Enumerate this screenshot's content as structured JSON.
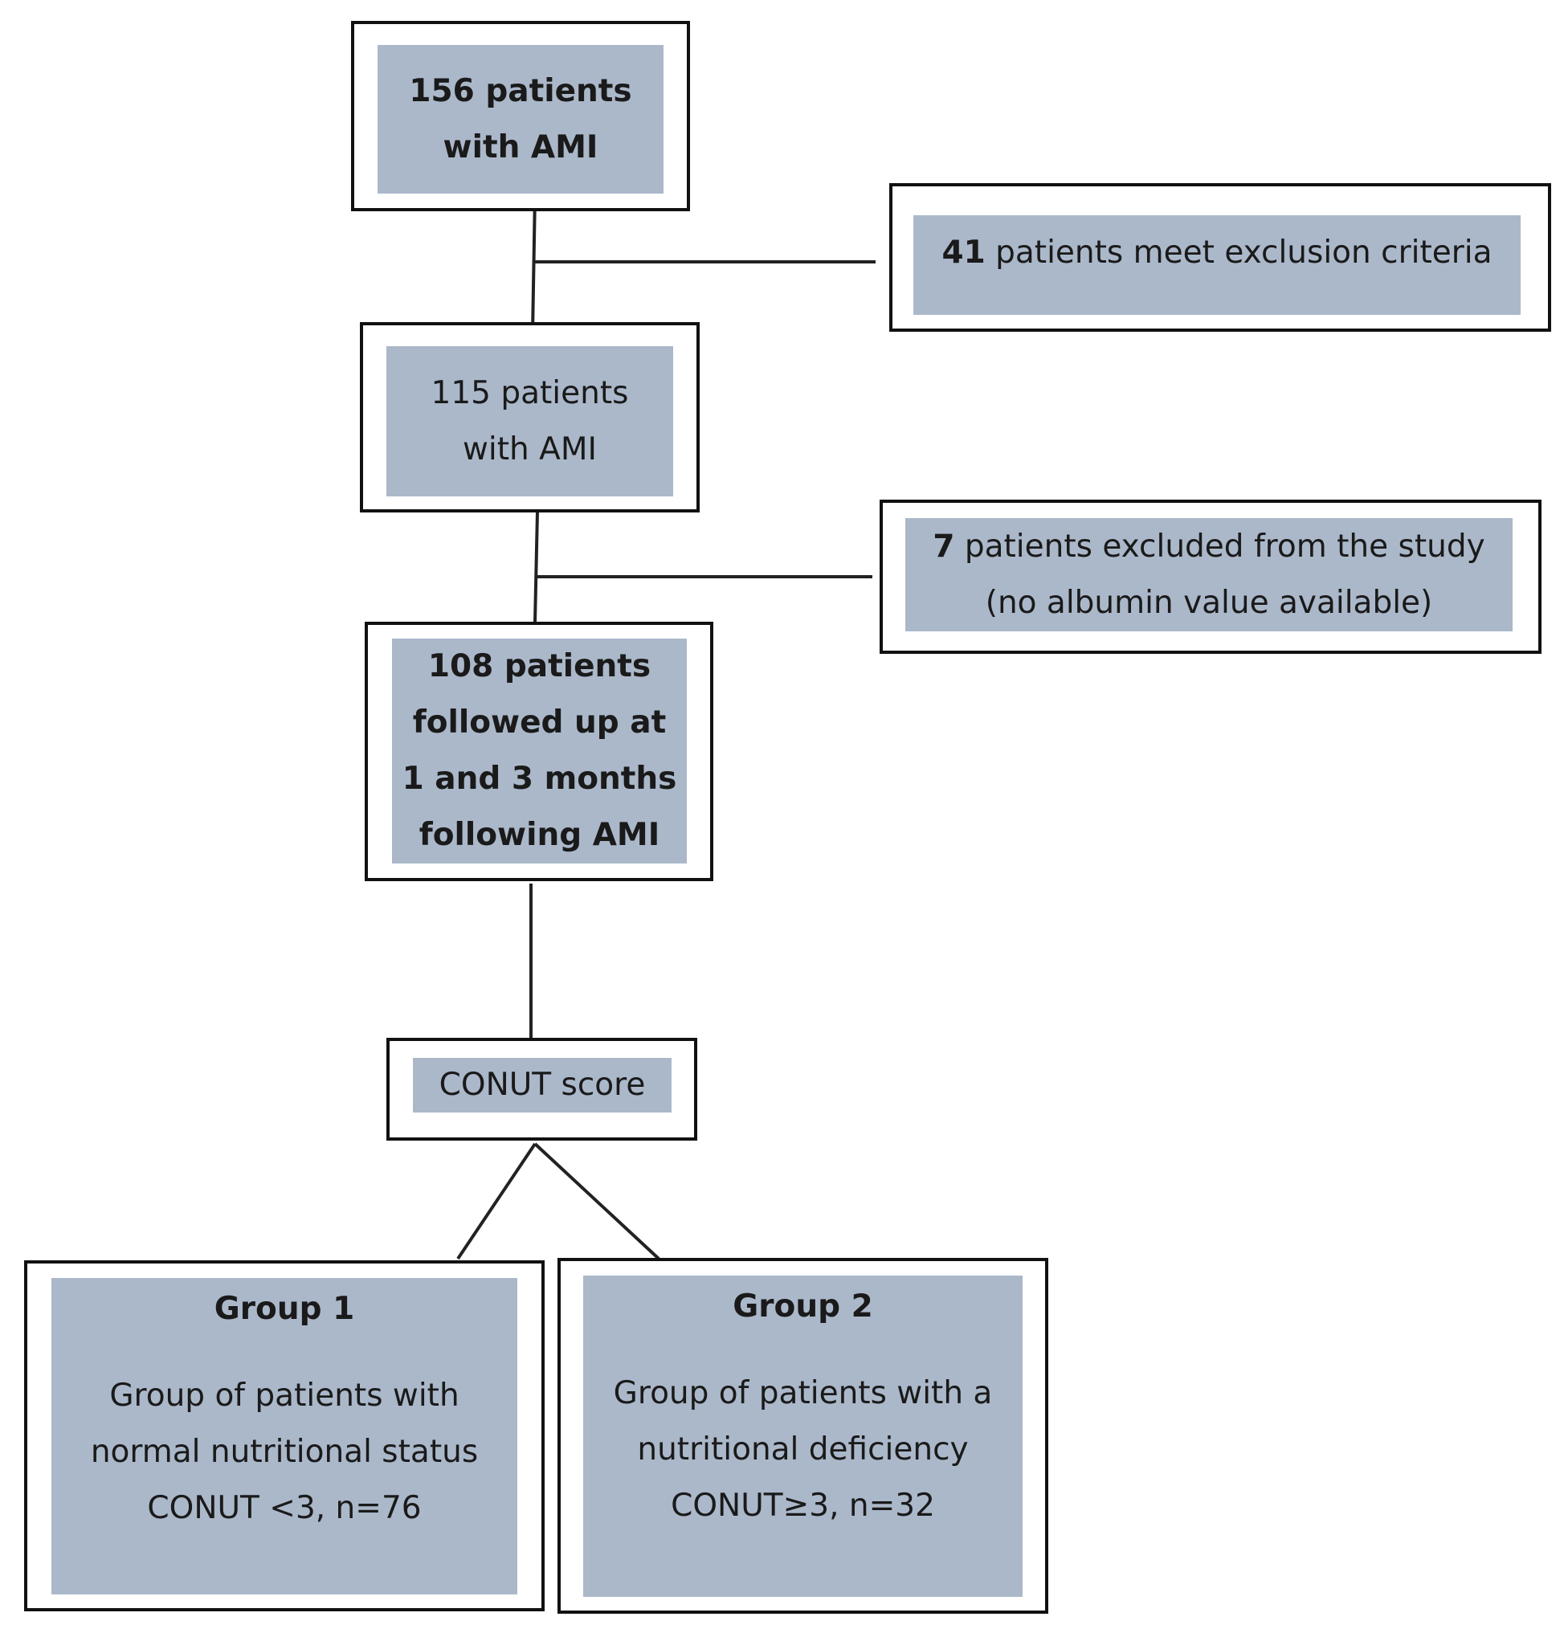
{
  "boxes": {
    "start": {
      "line1": "156 patients",
      "line2": "with AMI"
    },
    "excl1": {
      "count": "41",
      "text": " patients meet exclusion criteria"
    },
    "mid": {
      "line1": "115 patients",
      "line2": "with AMI"
    },
    "excl2": {
      "count": "7",
      "text": " patients excluded from the study",
      "line2": "(no albumin value available)"
    },
    "followed": {
      "line1": "108 patients",
      "line2": "followed up at",
      "line3": "1 and 3 months",
      "line4": "following AMI"
    },
    "conut": {
      "label": "CONUT score"
    },
    "group1": {
      "title": "Group 1",
      "line1": "Group of patients with",
      "line2": "normal nutritional status",
      "line3": "CONUT <3, n=76"
    },
    "group2": {
      "title": "Group 2",
      "line1": "Group of patients with a",
      "line2": "nutritional deficiency",
      "line3": "CONUT≥3, n=32"
    }
  },
  "colors": {
    "box_fill": "#abb8ca",
    "border": "#111111"
  }
}
